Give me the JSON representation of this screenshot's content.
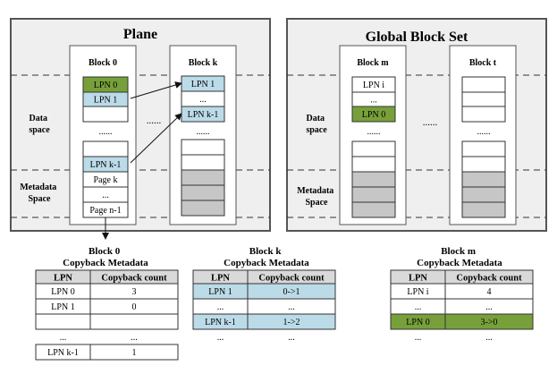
{
  "plane": {
    "title": "Plane",
    "data_space_label": [
      "Data",
      "space"
    ],
    "metadata_space_label": [
      "Metadata",
      "Space"
    ],
    "dots": "......",
    "block0": {
      "title": "Block 0",
      "cells": [
        "LPN 0",
        "LPN 1",
        "",
        "......",
        "",
        "LPN k-1",
        "Page k",
        "...",
        "Page n-1"
      ]
    },
    "blockk": {
      "title": "Block k",
      "cells": [
        "LPN 1",
        "...",
        "LPN k-1",
        "......",
        "",
        "",
        "",
        "",
        "",
        ""
      ]
    }
  },
  "global": {
    "title": "Global Block Set",
    "data_space_label": [
      "Data",
      "space"
    ],
    "metadata_space_label": [
      "Metadata",
      "Space"
    ],
    "dots": "......",
    "blockm": {
      "title": "Block m",
      "cells": [
        "LPN i",
        "...",
        "LPN 0",
        "......",
        "",
        "",
        "",
        "",
        "",
        ""
      ]
    },
    "blockt": {
      "title": "Block t",
      "cells": [
        "",
        "",
        "",
        "......",
        "",
        "",
        "",
        "",
        "",
        ""
      ]
    }
  },
  "tables": [
    {
      "title": [
        "Block 0",
        "Copyback Metadata"
      ],
      "headers": [
        "LPN",
        "Copyback count"
      ],
      "rows": [
        [
          "LPN 0",
          "3"
        ],
        [
          "LPN 1",
          "0"
        ],
        [
          "",
          ""
        ],
        [
          "...",
          "..."
        ],
        [
          "LPN k-1",
          "1"
        ]
      ]
    },
    {
      "title": [
        "Block k",
        "Copyback Metadata"
      ],
      "headers": [
        "LPN",
        "Copyback count"
      ],
      "rows": [
        [
          "LPN 1",
          "0->1"
        ],
        [
          "...",
          "..."
        ],
        [
          "LPN k-1",
          "1->2"
        ],
        [
          "...",
          "..."
        ]
      ]
    },
    {
      "title": [
        "Block m",
        "Copyback Metadata"
      ],
      "headers": [
        "LPN",
        "Copyback count"
      ],
      "rows": [
        [
          "LPN i",
          "4"
        ],
        [
          "...",
          "..."
        ],
        [
          "LPN 0",
          "3->0"
        ],
        [
          "...",
          "..."
        ]
      ]
    }
  ],
  "colors": {
    "panel_bg": "#efefef",
    "green": "#77a03a",
    "blue": "#bcdbe8",
    "gray": "#c6c6c6",
    "header_bg": "#d9d9d9"
  }
}
